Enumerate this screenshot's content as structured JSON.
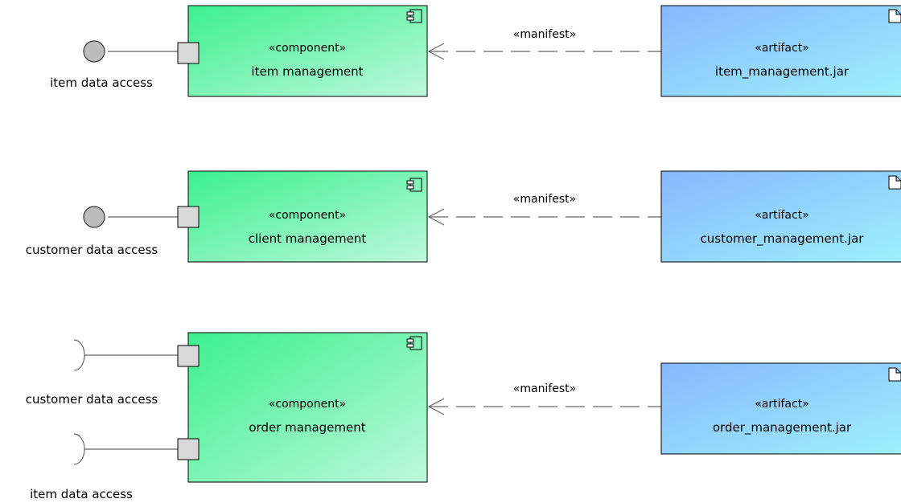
{
  "colors": {
    "component_fill_start": "#3cf08e",
    "component_fill_end": "#bdf8dc",
    "artifact_fill_start": "#86b8fe",
    "artifact_fill_end": "#9ff0fb",
    "border": "#000000",
    "port_fill": "#d8d8d8",
    "interface_fill": "#bcbcbc",
    "line": "#666666"
  },
  "rows": [
    {
      "component": {
        "stereotype": "«component»",
        "name": "item management"
      },
      "artifact": {
        "stereotype": "«artifact»",
        "name": "item_management.jar"
      },
      "dependency": {
        "label": "«manifest»"
      },
      "interfaces": [
        {
          "type": "provided",
          "label": "item data access"
        }
      ]
    },
    {
      "component": {
        "stereotype": "«component»",
        "name": "client management"
      },
      "artifact": {
        "stereotype": "«artifact»",
        "name": "customer_management.jar"
      },
      "dependency": {
        "label": "«manifest»"
      },
      "interfaces": [
        {
          "type": "provided",
          "label": "customer data access"
        }
      ]
    },
    {
      "component": {
        "stereotype": "«component»",
        "name": "order management"
      },
      "artifact": {
        "stereotype": "«artifact»",
        "name": "order_management.jar"
      },
      "dependency": {
        "label": "«manifest»"
      },
      "interfaces": [
        {
          "type": "required",
          "label": "customer data access"
        },
        {
          "type": "required",
          "label": "item data access"
        }
      ]
    }
  ]
}
